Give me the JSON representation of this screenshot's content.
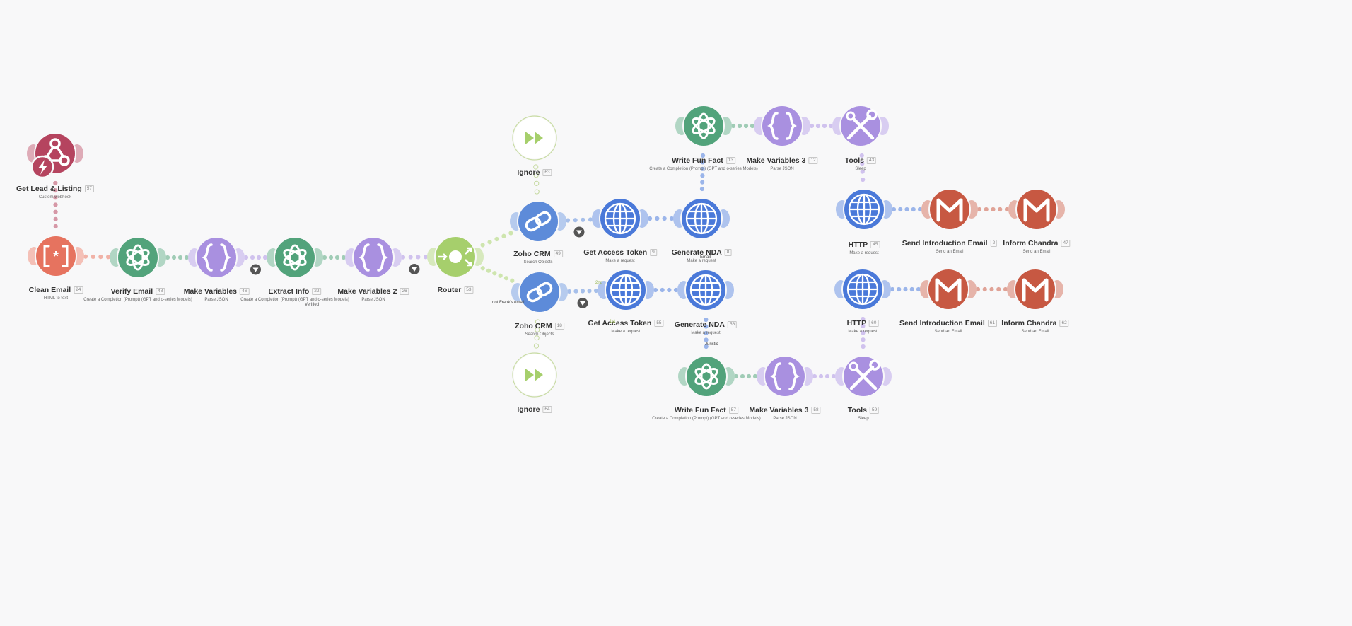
{
  "modules": [
    {
      "name": "Get Lead & Listing",
      "id": "57",
      "subtitle": "Custom webhook",
      "icon": "webhook-icon",
      "color": "#b5445f"
    },
    {
      "name": "Clean Email",
      "id": "24",
      "subtitle": "HTML to text",
      "icon": "text-parser-icon",
      "color": "#e6735f"
    },
    {
      "name": "Verify Email",
      "id": "48",
      "subtitle": "Create a Completion (Prompt) (GPT and o-series Models)",
      "icon": "openai-icon",
      "color": "#52a37b"
    },
    {
      "name": "Make Variables",
      "id": "46",
      "subtitle": "Parse JSON",
      "icon": "json-icon",
      "color": "#a990e0"
    },
    {
      "name": "Extract Info",
      "id": "22",
      "subtitle": "Create a Completion (Prompt) (GPT and o-series Models)",
      "icon": "openai-icon",
      "color": "#52a37b"
    },
    {
      "name": "Make Variables 2",
      "id": "26",
      "subtitle": "Parse JSON",
      "icon": "json-icon",
      "color": "#a990e0"
    },
    {
      "name": "Router",
      "id": "53",
      "subtitle": "",
      "icon": "router-icon",
      "color": "#a6cf6c"
    },
    {
      "name": "Ignore",
      "id": "63",
      "subtitle": "",
      "icon": "ignore-icon",
      "color": "#96b552"
    },
    {
      "name": "Zoho CRM",
      "id": "49",
      "subtitle": "Search Objects",
      "icon": "link-icon",
      "color": "#5d8bd9"
    },
    {
      "name": "Get Access Token",
      "id": "9",
      "subtitle": "Make a request",
      "icon": "globe-icon",
      "color": "#4a79d9"
    },
    {
      "name": "Generate NDA",
      "id": "8",
      "subtitle": "Make a request",
      "icon": "globe-icon",
      "color": "#4a79d9"
    },
    {
      "name": "Write Fun Fact",
      "id": "13",
      "subtitle": "Create a Completion (Prompt) (GPT and o-series Models)",
      "icon": "openai-icon",
      "color": "#52a37b"
    },
    {
      "name": "Make Variables 3",
      "id": "12",
      "subtitle": "Parse JSON",
      "icon": "json-icon",
      "color": "#a990e0"
    },
    {
      "name": "Tools",
      "id": "43",
      "subtitle": "Sleep",
      "icon": "tools-icon",
      "color": "#a990e0"
    },
    {
      "name": "HTTP",
      "id": "45",
      "subtitle": "Make a request",
      "icon": "globe-icon",
      "color": "#4a79d9"
    },
    {
      "name": "Send Introduction Email",
      "id": "2",
      "subtitle": "Send an Email",
      "icon": "gmail-icon",
      "color": "#c75842"
    },
    {
      "name": "Inform Chandra",
      "id": "47",
      "subtitle": "Send an Email",
      "icon": "gmail-icon",
      "color": "#c75842"
    },
    {
      "name": "Zoho CRM",
      "id": "18",
      "subtitle": "Search Objects",
      "icon": "link-icon",
      "color": "#5d8bd9"
    },
    {
      "name": "Get Access Token",
      "id": "55",
      "subtitle": "Make a request",
      "icon": "globe-icon",
      "color": "#4a79d9"
    },
    {
      "name": "Generate NDA",
      "id": "56",
      "subtitle": "Make a request",
      "icon": "globe-icon",
      "color": "#4a79d9"
    },
    {
      "name": "HTTP",
      "id": "60",
      "subtitle": "Make a request",
      "icon": "globe-icon",
      "color": "#4a79d9"
    },
    {
      "name": "Send Introduction Email",
      "id": "61",
      "subtitle": "Send an Email",
      "icon": "gmail-icon",
      "color": "#c75842"
    },
    {
      "name": "Inform Chandra",
      "id": "62",
      "subtitle": "Send an Email",
      "icon": "gmail-icon",
      "color": "#c75842"
    },
    {
      "name": "Write Fun Fact",
      "id": "57",
      "subtitle": "Create a Completion (Prompt) (GPT and o-series Models)",
      "icon": "openai-icon",
      "color": "#52a37b"
    },
    {
      "name": "Make Variables 3",
      "id": "58",
      "subtitle": "Parse JSON",
      "icon": "json-icon",
      "color": "#a990e0"
    },
    {
      "name": "Tools",
      "id": "59",
      "subtitle": "Sleep",
      "icon": "tools-icon",
      "color": "#a990e0"
    },
    {
      "name": "Ignore",
      "id": "64",
      "subtitle": "",
      "icon": "ignore-icon",
      "color": "#96b552"
    }
  ],
  "route_labels": [
    "Verified",
    "not Frank's email",
    "2nd",
    "1st",
    "Email",
    "Juristic"
  ],
  "instant_trigger_icon": "lightning-icon",
  "filter_icon": "funnel-icon"
}
